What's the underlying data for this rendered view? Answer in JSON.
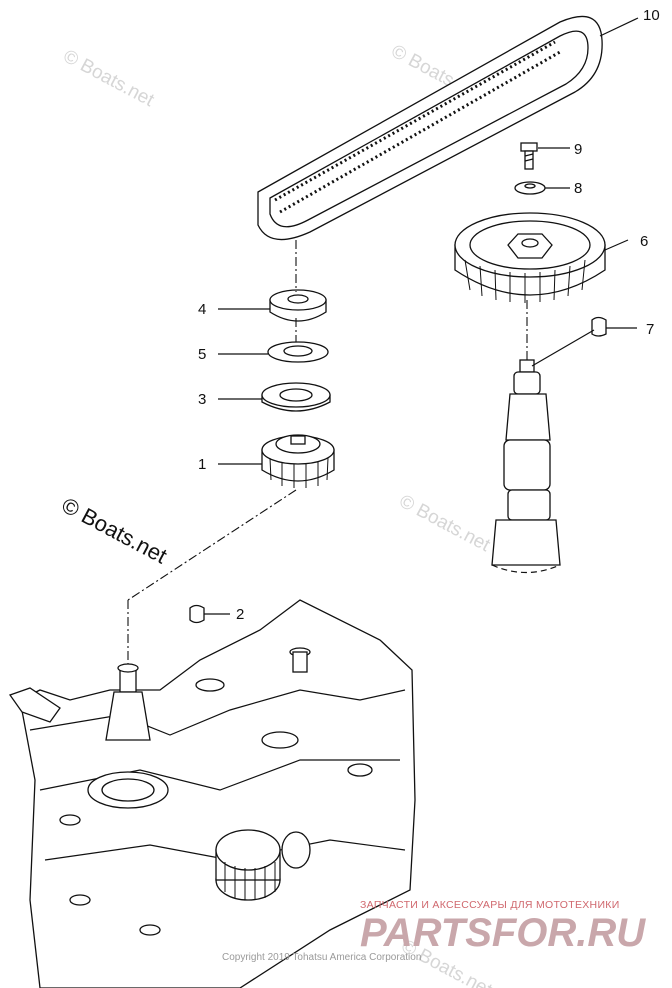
{
  "callouts": [
    {
      "id": "10",
      "label": "10"
    },
    {
      "id": "9",
      "label": "9"
    },
    {
      "id": "8",
      "label": "8"
    },
    {
      "id": "6",
      "label": "6"
    },
    {
      "id": "7",
      "label": "7"
    },
    {
      "id": "4",
      "label": "4"
    },
    {
      "id": "5",
      "label": "5"
    },
    {
      "id": "3",
      "label": "3"
    },
    {
      "id": "1",
      "label": "1"
    },
    {
      "id": "2",
      "label": "2"
    }
  ],
  "watermark": {
    "main": "© Boats.net",
    "faint": "© Boats.net"
  },
  "footer": {
    "copyright": "Copyright 2019 Tohatsu America Corporation",
    "promo": "ЗАПЧАСТИ И АКСЕССУАРЫ ДЛЯ МОТОТЕХНИКИ",
    "brand": "PARTSFOR.RU"
  }
}
